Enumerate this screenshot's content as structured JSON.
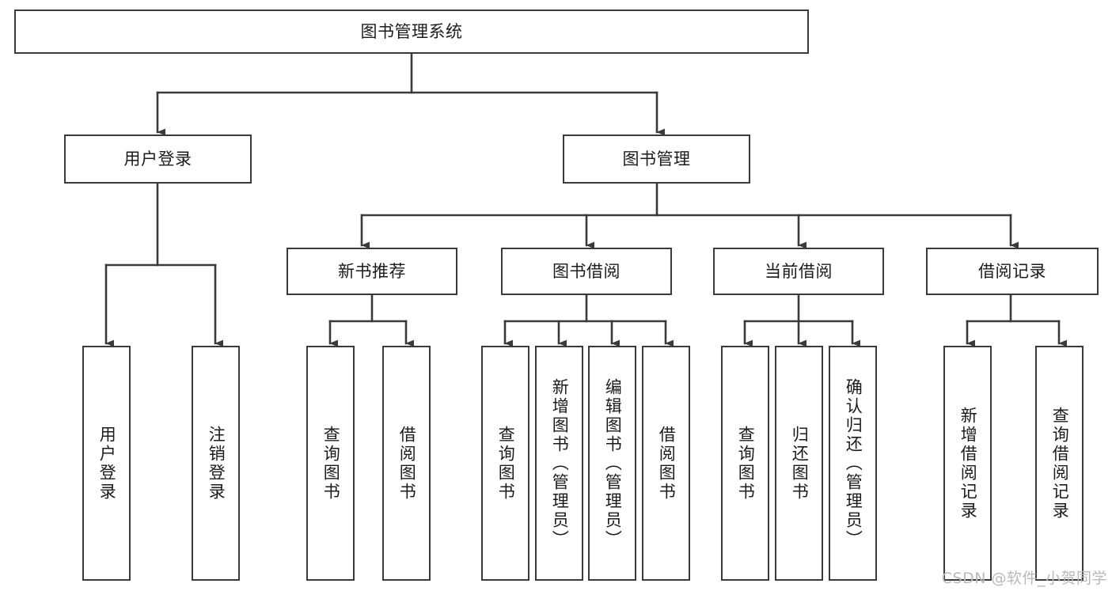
{
  "diagram": {
    "title_text": "图书管理系统",
    "type": "tree-hierarchy-chart",
    "watermark": "CSDN @软件_小贺同学",
    "colors": {
      "background": "#ffffff",
      "box_border": "#3a3a3a",
      "connector": "#3a3a3a",
      "text": "#1b1b1b",
      "watermark": "#b9b9b9"
    },
    "nodes": {
      "root": {
        "label": "图书管理系统"
      },
      "level2": [
        {
          "label": "用户登录"
        },
        {
          "label": "图书管理"
        }
      ],
      "level3": [
        {
          "label": "新书推荐"
        },
        {
          "label": "图书借阅"
        },
        {
          "label": "当前借阅"
        },
        {
          "label": "借阅记录"
        }
      ],
      "leaves": {
        "user_login": [
          {
            "label": "用户登录"
          },
          {
            "label": "注销登录"
          }
        ],
        "new_book_recommend": [
          {
            "label": "查询图书"
          },
          {
            "label": "借阅图书"
          }
        ],
        "book_borrow": [
          {
            "label": "查询图书"
          },
          {
            "label": "新增图书（管理员）"
          },
          {
            "label": "编辑图书（管理员）"
          },
          {
            "label": "借阅图书"
          }
        ],
        "current_borrow": [
          {
            "label": "查询图书"
          },
          {
            "label": "归还图书"
          },
          {
            "label": "确认归还（管理员）"
          }
        ],
        "borrow_record": [
          {
            "label": "新增借阅记录"
          },
          {
            "label": "查询借阅记录"
          }
        ]
      }
    }
  }
}
